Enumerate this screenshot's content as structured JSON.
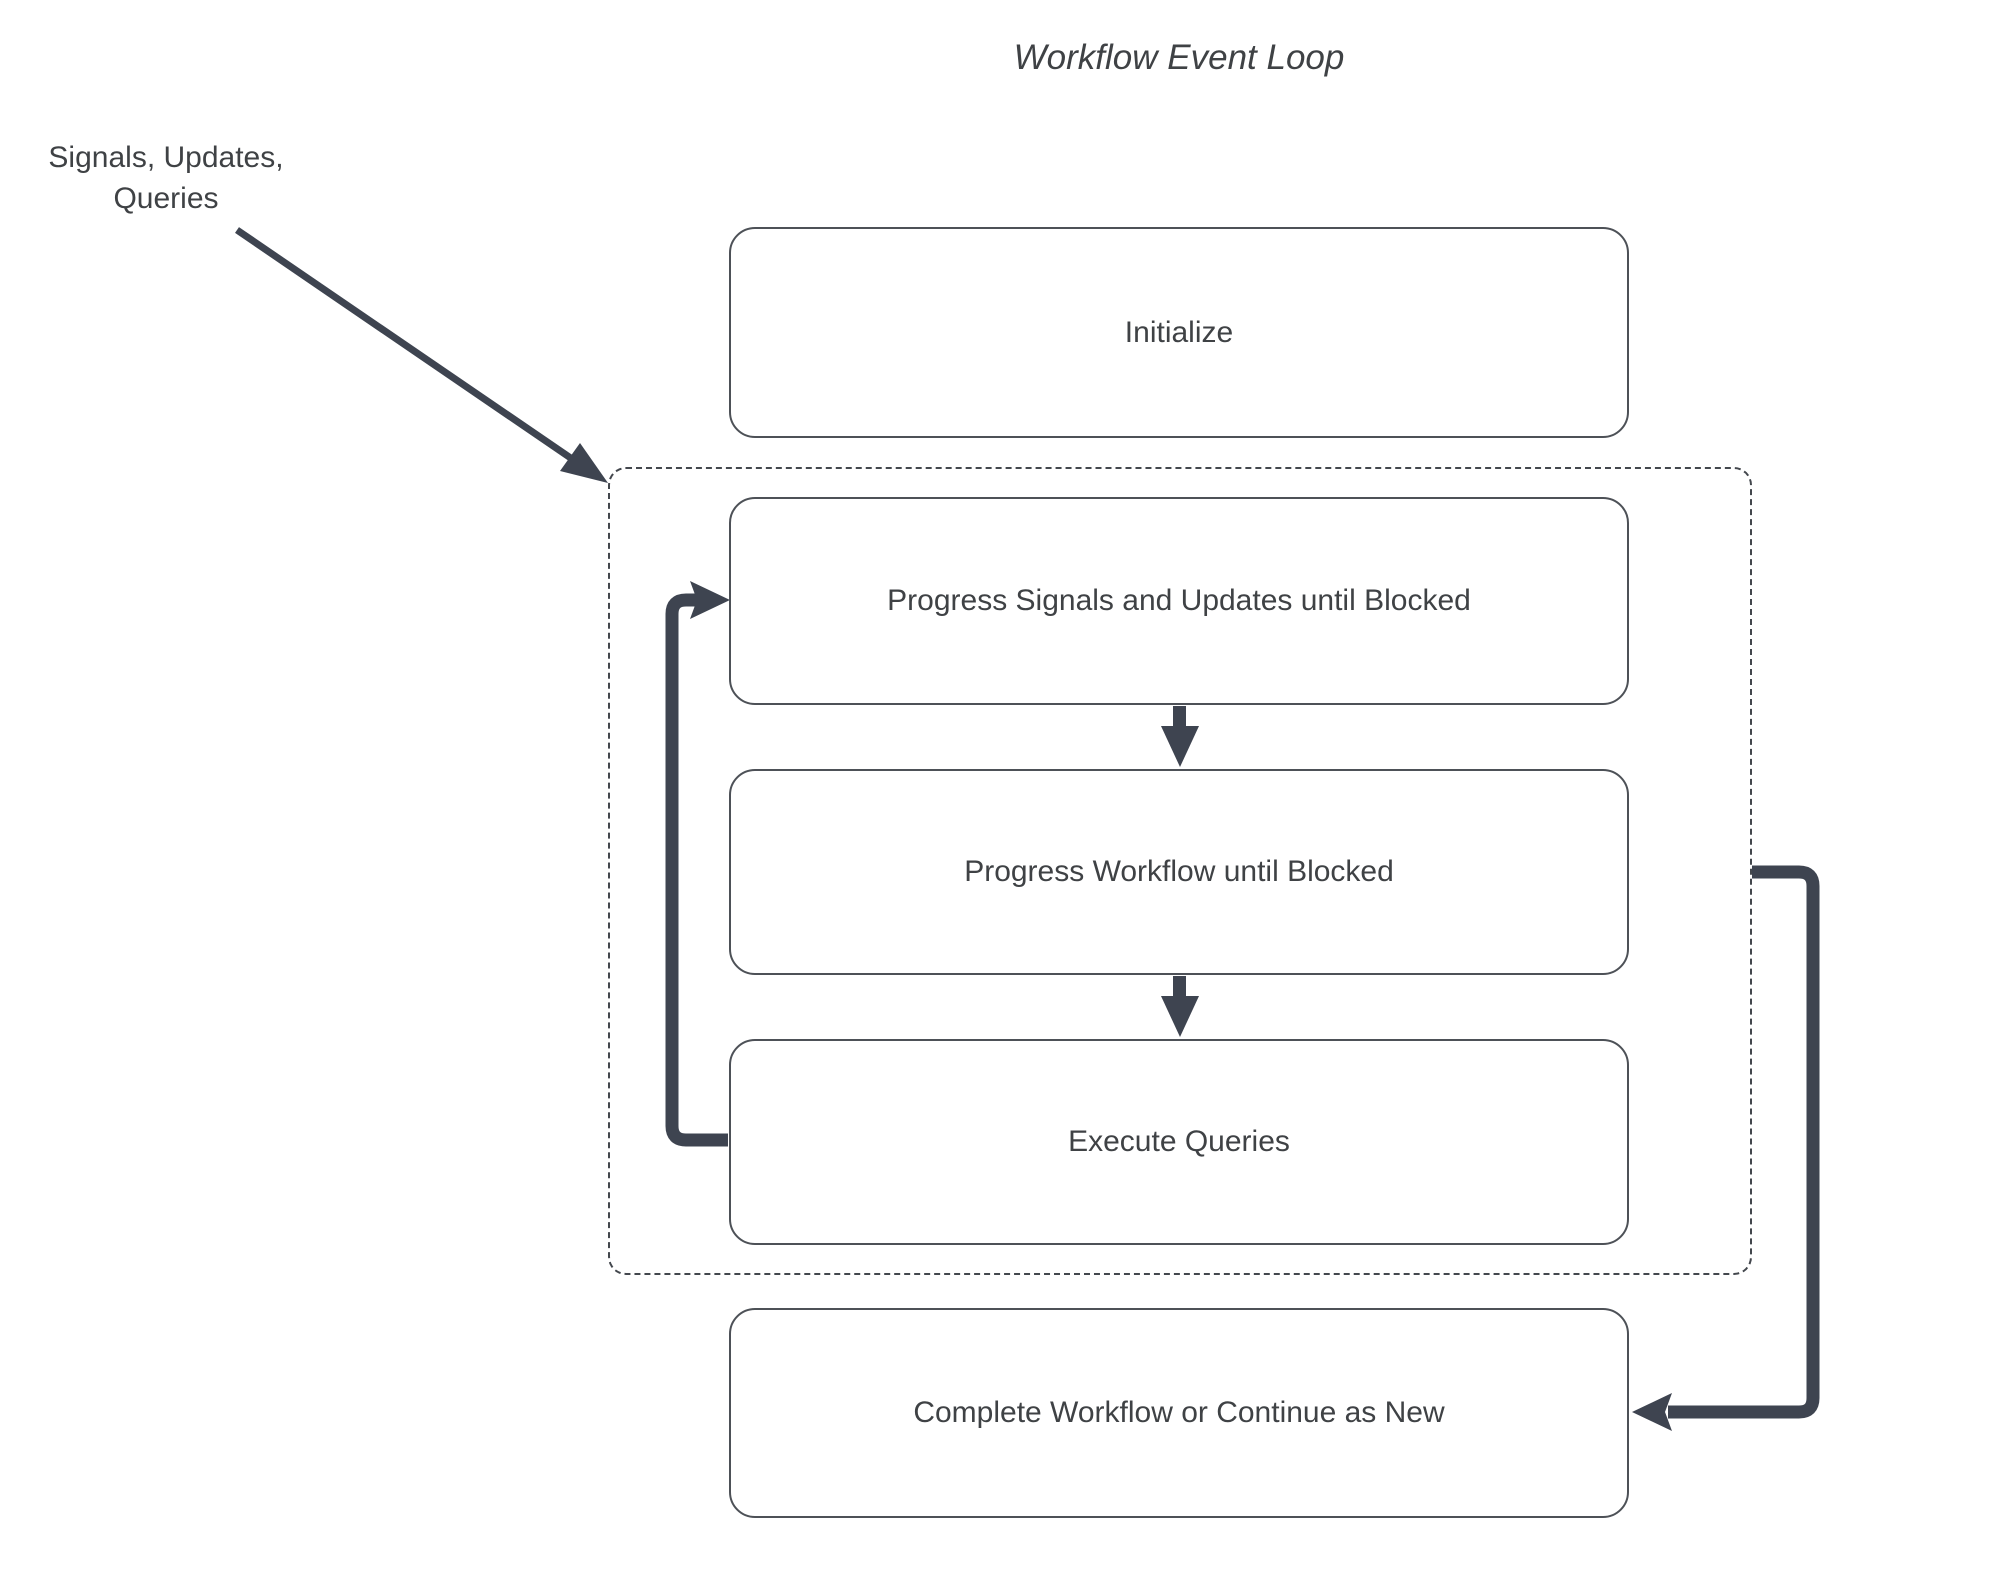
{
  "title": "Workflow Event Loop",
  "annotation": {
    "signals_label": "Signals, Updates,\nQueries"
  },
  "nodes": {
    "initialize": "Initialize",
    "progress_signals": "Progress Signals and Updates until Blocked",
    "progress_workflow": "Progress Workflow until Blocked",
    "execute_queries": "Execute Queries",
    "complete": "Complete Workflow or Continue as New"
  },
  "colors": {
    "arrow": "#3e4450",
    "box_border": "#4d5157",
    "dashed_border": "#43474d",
    "text": "#3f4245",
    "background": "#ffffff"
  }
}
